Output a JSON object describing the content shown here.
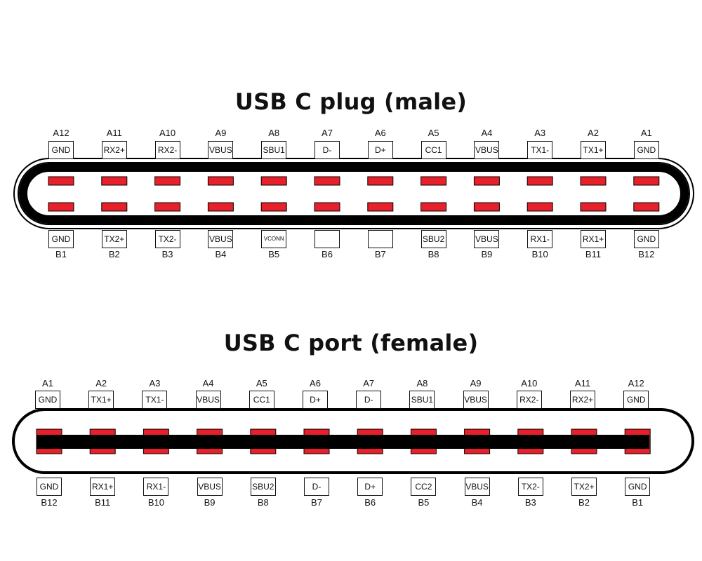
{
  "plug": {
    "title": "USB C plug (male)",
    "top_row": [
      {
        "pin": "A12",
        "signal": "GND"
      },
      {
        "pin": "A11",
        "signal": "RX2+"
      },
      {
        "pin": "A10",
        "signal": "RX2-"
      },
      {
        "pin": "A9",
        "signal": "VBUS"
      },
      {
        "pin": "A8",
        "signal": "SBU1"
      },
      {
        "pin": "A7",
        "signal": "D-"
      },
      {
        "pin": "A6",
        "signal": "D+"
      },
      {
        "pin": "A5",
        "signal": "CC1"
      },
      {
        "pin": "A4",
        "signal": "VBUS"
      },
      {
        "pin": "A3",
        "signal": "TX1-"
      },
      {
        "pin": "A2",
        "signal": "TX1+"
      },
      {
        "pin": "A1",
        "signal": "GND"
      }
    ],
    "bottom_row": [
      {
        "pin": "B1",
        "signal": "GND"
      },
      {
        "pin": "B2",
        "signal": "TX2+"
      },
      {
        "pin": "B3",
        "signal": "TX2-"
      },
      {
        "pin": "B4",
        "signal": "VBUS"
      },
      {
        "pin": "B5",
        "signal": "VCONN"
      },
      {
        "pin": "B6",
        "signal": ""
      },
      {
        "pin": "B7",
        "signal": ""
      },
      {
        "pin": "B8",
        "signal": "SBU2"
      },
      {
        "pin": "B9",
        "signal": "VBUS"
      },
      {
        "pin": "B10",
        "signal": "RX1-"
      },
      {
        "pin": "B11",
        "signal": "RX1+"
      },
      {
        "pin": "B12",
        "signal": "GND"
      }
    ]
  },
  "port": {
    "title": "USB C port (female)",
    "top_row": [
      {
        "pin": "A1",
        "signal": "GND"
      },
      {
        "pin": "A2",
        "signal": "TX1+"
      },
      {
        "pin": "A3",
        "signal": "TX1-"
      },
      {
        "pin": "A4",
        "signal": "VBUS"
      },
      {
        "pin": "A5",
        "signal": "CC1"
      },
      {
        "pin": "A6",
        "signal": "D+"
      },
      {
        "pin": "A7",
        "signal": "D-"
      },
      {
        "pin": "A8",
        "signal": "SBU1"
      },
      {
        "pin": "A9",
        "signal": "VBUS"
      },
      {
        "pin": "A10",
        "signal": "RX2-"
      },
      {
        "pin": "A11",
        "signal": "RX2+"
      },
      {
        "pin": "A12",
        "signal": "GND"
      }
    ],
    "bottom_row": [
      {
        "pin": "B12",
        "signal": "GND"
      },
      {
        "pin": "B11",
        "signal": "RX1+"
      },
      {
        "pin": "B10",
        "signal": "RX1-"
      },
      {
        "pin": "B9",
        "signal": "VBUS"
      },
      {
        "pin": "B8",
        "signal": "SBU2"
      },
      {
        "pin": "B7",
        "signal": "D-"
      },
      {
        "pin": "B6",
        "signal": "D+"
      },
      {
        "pin": "B5",
        "signal": "CC2"
      },
      {
        "pin": "B4",
        "signal": "VBUS"
      },
      {
        "pin": "B3",
        "signal": "TX2-"
      },
      {
        "pin": "B2",
        "signal": "TX2+"
      },
      {
        "pin": "B1",
        "signal": "GND"
      }
    ]
  },
  "colors": {
    "contact": "#e8202a",
    "outline": "#000000",
    "background": "#ffffff"
  }
}
